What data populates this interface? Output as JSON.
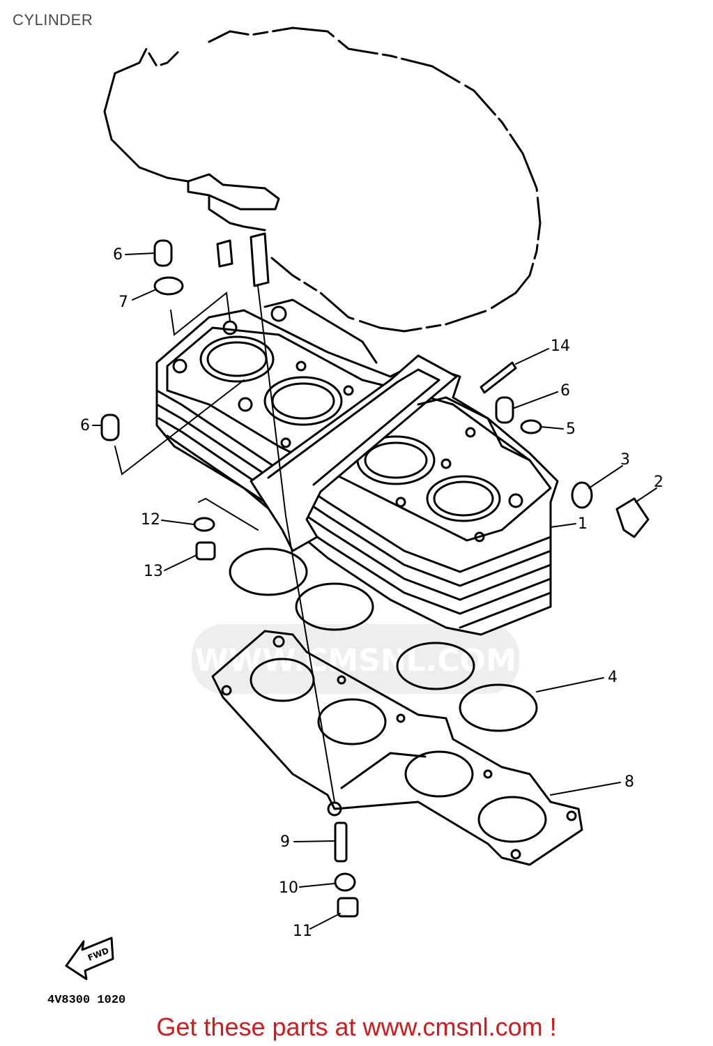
{
  "page": {
    "title": "CYLINDER",
    "drawing_code": "4V8300 1020",
    "footer_link": "Get these parts at www.cmsnl.com !",
    "watermark": "WWW.CMSNL.COM",
    "fwd_label": "FWD"
  },
  "parts": [
    {
      "no": "1"
    },
    {
      "no": "2"
    },
    {
      "no": "3"
    },
    {
      "no": "4"
    },
    {
      "no": "5"
    },
    {
      "no": "6"
    },
    {
      "no": "6"
    },
    {
      "no": "6"
    },
    {
      "no": "7"
    },
    {
      "no": "8"
    },
    {
      "no": "9"
    },
    {
      "no": "10"
    },
    {
      "no": "11"
    },
    {
      "no": "12"
    },
    {
      "no": "13"
    },
    {
      "no": "14"
    }
  ],
  "colors": {
    "footer": "#d11b1b",
    "ink": "#000000",
    "title": "#4a4a4a"
  }
}
